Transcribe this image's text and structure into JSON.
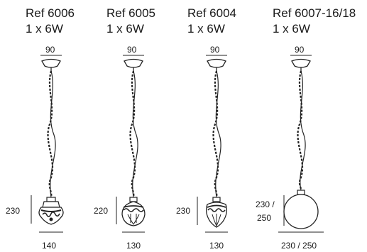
{
  "products": [
    {
      "ref": "Ref 6006",
      "power": "1 x 6W",
      "canopy_width": "90",
      "height": "230",
      "height_line2": "",
      "shade_width": "140",
      "shade_shape": "ornate-bell-wide"
    },
    {
      "ref": "Ref 6005",
      "power": "1 x 6W",
      "canopy_width": "90",
      "height": "220",
      "height_line2": "",
      "shade_width": "130",
      "shade_shape": "ornate-globe"
    },
    {
      "ref": "Ref 6004",
      "power": "1 x 6W",
      "canopy_width": "90",
      "height": "230",
      "height_line2": "",
      "shade_width": "130",
      "shade_shape": "ornate-teardrop"
    },
    {
      "ref": "Ref 6007-16/18",
      "power": "1 x 6W",
      "canopy_width": "90",
      "height": "230 /",
      "height_line2": "250",
      "shade_width": "230 / 250",
      "shade_shape": "plain-sphere"
    }
  ]
}
